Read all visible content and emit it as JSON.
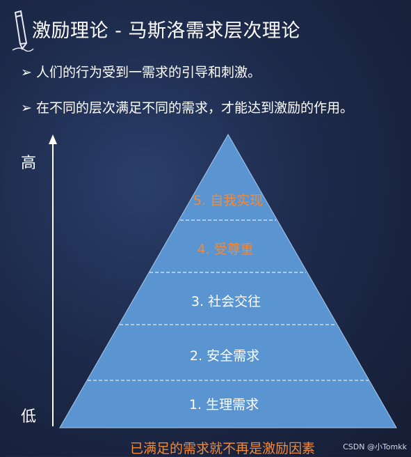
{
  "title": "激励理论 - 马斯洛需求层次理论",
  "bullets": [
    {
      "marker": "➢",
      "text": "人们的行为受到一需求的引导和刺激。"
    },
    {
      "marker": "➢",
      "text": "在不同的层次满足不同的需求，才能达到激励的作用。"
    }
  ],
  "axis": {
    "high": "高",
    "low": "低"
  },
  "pyramid_levels": [
    {
      "text": "5. 自我实现",
      "color": "#f08a38"
    },
    {
      "text": "4. 受尊重",
      "color": "#f08a38"
    },
    {
      "text": "3. 社会交往",
      "color": "#ffffff"
    },
    {
      "text": "2. 安全需求",
      "color": "#ffffff"
    },
    {
      "text": "1. 生理需求",
      "color": "#ffffff"
    }
  ],
  "caption": "已满足的需求就不再是激励因素",
  "watermark": "CSDN @小Tomkk",
  "colors": {
    "pyramid_fill": "#5b95d1",
    "accent": "#f08a38",
    "background": "#1d2a4b"
  }
}
